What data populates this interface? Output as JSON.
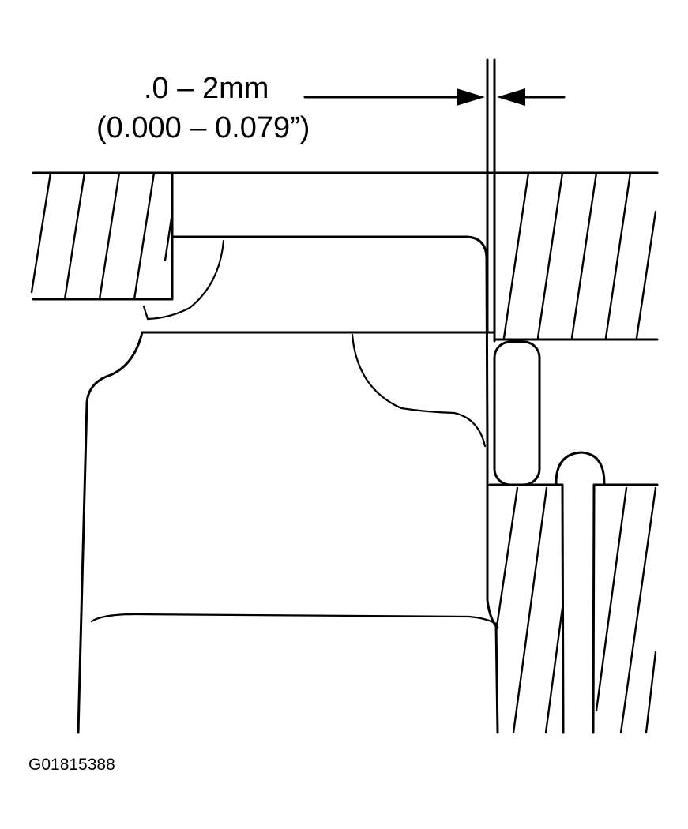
{
  "dimension": {
    "metric": ".0 – 2mm",
    "imperial": "(0.000 – 0.079”)"
  },
  "figure_id": "G01815388",
  "colors": {
    "line": "#000000",
    "background": "#ffffff"
  }
}
